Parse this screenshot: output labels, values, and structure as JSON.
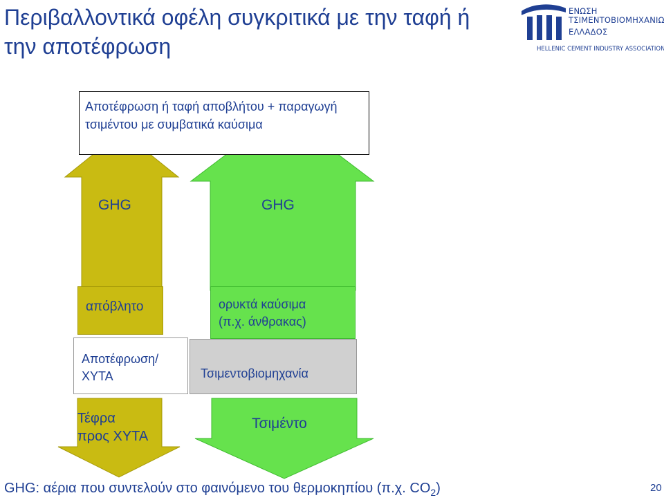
{
  "title": "Περιβαλλοντικά οφέλη συγκριτικά με την ταφή ή την αποτέφρωση",
  "logo": {
    "line1": "ΕΝΩΣΗ",
    "line2": "ΤΣΙΜΕΝΤΟΒΙΟΜΗΧΑΝΙΩΝ",
    "line3": "ΕΛΛΑΔΟΣ",
    "line4": "HELLENIC CEMENT INDUSTRY ASSOCIATION"
  },
  "diagram": {
    "top_box": "Αποτέφρωση ή ταφή αποβλήτου + παραγωγή τσιμέντου με συμβατικά καύσιμα",
    "ghg_left": "GHG",
    "ghg_right": "GHG",
    "waste": "απόβλητο",
    "fossil_fuels_1": "ορυκτά καύσιμα",
    "fossil_fuels_2": "(π.χ. άνθρακας)",
    "incineration_1": "Αποτέφρωση/",
    "incineration_2": "ΧΥΤΑ",
    "cement_industry": "Τσιμεντοβιομηχανία",
    "ash_1": "Τέφρα",
    "ash_2": "προς ΧΥΤΑ",
    "cement": "Τσιμέντο"
  },
  "colors": {
    "title_blue": "#1f3f93",
    "olive": "#c9bb12",
    "green": "#66e24d",
    "grey": "#d0d0d0"
  },
  "footnote": {
    "text": "GHG: αέρια που συντελούν στο φαινόμενο του θερμοκηπίου (π.χ. CO",
    "sub": "2",
    "close": ")"
  },
  "page_number": "20"
}
